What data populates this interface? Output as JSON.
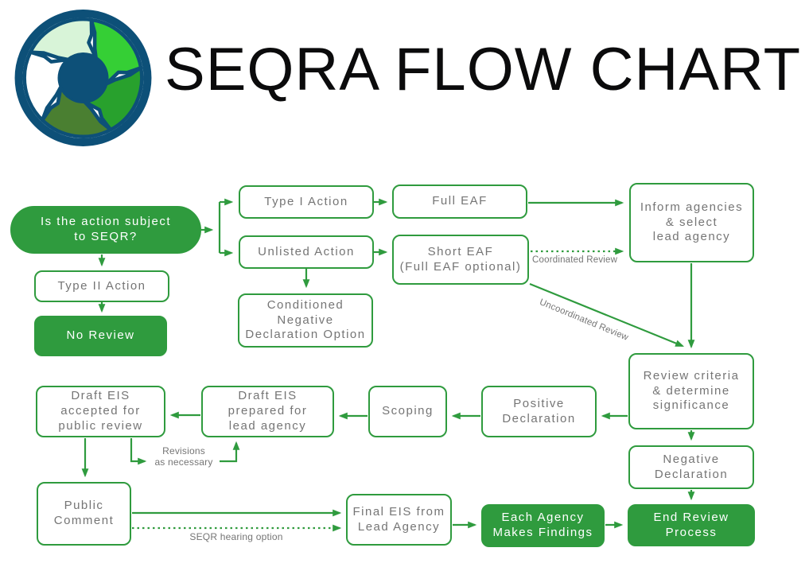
{
  "title": "SEQRA FLOW CHART",
  "logo": {
    "icon": "recycle-pinwheel-globe",
    "colors": {
      "navy": "#0d5078",
      "mint": "#d8f4d8",
      "bright_green": "#35cf35",
      "mid_green": "#28a12d",
      "olive_green": "#4a7f31",
      "white": "#ffffff"
    }
  },
  "theme": {
    "flow_green": "#2f9b3e",
    "node_text_gray": "#757575",
    "title_black": "#0b0b0c",
    "node_fill_white": "#ffffff"
  },
  "nodes": {
    "start": {
      "label": "Is the action subject\nto SEQR?"
    },
    "type_ii": {
      "label": "Type II Action"
    },
    "no_review": {
      "label": "No Review"
    },
    "type_i": {
      "label": "Type I Action"
    },
    "full_eaf": {
      "label": "Full EAF"
    },
    "unlisted": {
      "label": "Unlisted Action"
    },
    "short_eaf": {
      "label": "Short EAF\n(Full EAF optional)"
    },
    "cond_neg_decl": {
      "label": "Conditioned\nNegative\nDeclaration Option"
    },
    "inform_agencies": {
      "label": "Inform agencies\n& select\nlead agency"
    },
    "review_criteria": {
      "label": "Review criteria\n& determine\nsignificance"
    },
    "negative_declaration": {
      "label": "Negative\nDeclaration"
    },
    "positive_declaration": {
      "label": "Positive\nDeclaration"
    },
    "scoping": {
      "label": "Scoping"
    },
    "draft_eis_prepared": {
      "label": "Draft EIS\nprepared for\nlead agency"
    },
    "draft_eis_accepted": {
      "label": "Draft EIS\naccepted for\npublic review"
    },
    "public_comment": {
      "label": "Public\nComment"
    },
    "final_eis": {
      "label": "Final EIS from\nLead Agency"
    },
    "each_agency_findings": {
      "label": "Each Agency\nMakes Findings"
    },
    "end_review": {
      "label": "End Review\nProcess"
    }
  },
  "edge_labels": {
    "coordinated_review": "Coordinated Review",
    "uncoordinated_review": "Uncoordinated Review",
    "revisions": "Revisions\nas necessary",
    "seqr_hearing": "SEQR hearing option"
  }
}
